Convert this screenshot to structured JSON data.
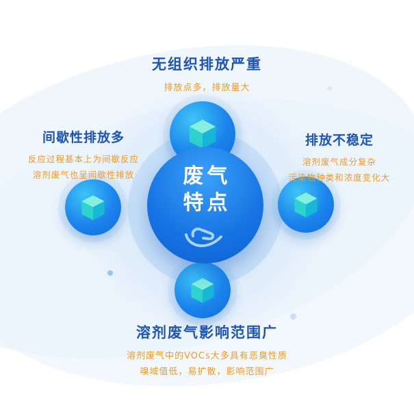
{
  "center": {
    "title_line1": "废气",
    "title_line2": "特点"
  },
  "nodes": [
    {
      "position": "top",
      "heading": "无组织排放严重",
      "lines": [
        "排放点多，排放量大"
      ]
    },
    {
      "position": "left",
      "heading": "间歇性排放多",
      "lines": [
        "反应过程基本上为间歇反应",
        "溶剂废气也呈间歇性排放"
      ]
    },
    {
      "position": "right",
      "heading": "排放不稳定",
      "lines": [
        "溶剂废气成分复杂",
        "污染物种类和浓度变化大"
      ]
    },
    {
      "position": "bottom",
      "heading": "溶剂废气影响范围广",
      "lines": [
        "溶剂废气中的VOCs大多具有恶臭性质",
        "嗅域值低，易扩散，影响范围广"
      ]
    }
  ],
  "icons": {
    "satellite_icon": "cube-icon",
    "center_icon": "hand-presenting-icon"
  },
  "colors": {
    "heading_blue": "#1E55B5",
    "subtitle_orange": "#F59A23",
    "circle_blue": "#1673E3",
    "cube_teal": "#2ED3CE",
    "halo_blue": "#BCD9F6"
  }
}
